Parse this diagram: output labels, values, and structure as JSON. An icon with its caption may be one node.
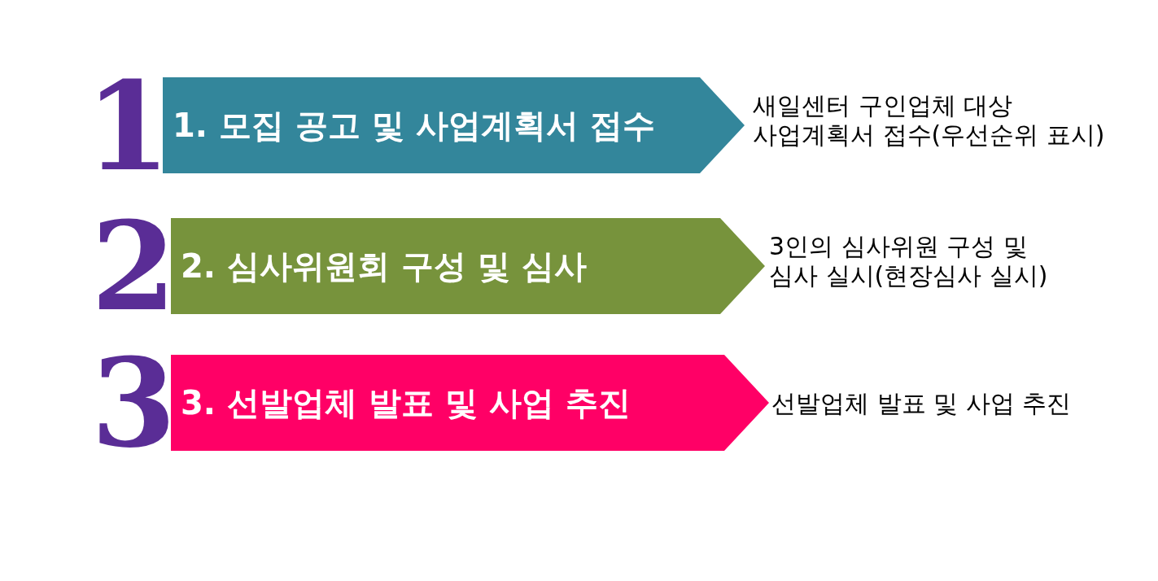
{
  "diagram": {
    "nodes": [
      {
        "text": [
          "1. 모집 공고 및 사업계획서 접수"
        ],
        "beside": [
          "1",
          "새일센터 구인업체 대상 사업계획서 접수(우선순위 표시)"
        ]
      },
      {
        "text": [
          "2. 심사위원회 구성 및 심사"
        ],
        "beside": [
          "2",
          "3인의 심사위원 구성 및 심사 실시(현장심사 실시)"
        ]
      },
      {
        "text": [
          "3. 선발업체 발표 및 사업 추진"
        ],
        "beside": [
          "3",
          "선발업체 발표 및 사업 추진"
        ]
      }
    ]
  }
}
